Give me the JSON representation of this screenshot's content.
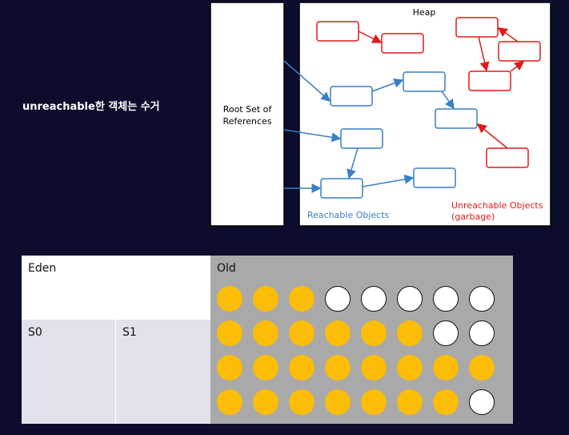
{
  "caption": "unreachable한 객체는 수거",
  "heap": {
    "title": "Heap",
    "root_label_line1": "Root Set of",
    "root_label_line2": "References",
    "reachable_label": "Reachable Objects",
    "unreachable_label_line1": "Unreachable Objects",
    "unreachable_label_line2": "(garbage)",
    "colors": {
      "reachable": "#3a7ec6",
      "unreachable": "#e01a1a"
    }
  },
  "memory": {
    "eden_label": "Eden",
    "s0_label": "S0",
    "s1_label": "S1",
    "old_label": "Old",
    "colors": {
      "occupied": "#fbbd08",
      "free": "#ffffff",
      "old_bg": "#a9a9a9"
    },
    "old_grid": [
      [
        1,
        1,
        1,
        0,
        0,
        0,
        0,
        0
      ],
      [
        1,
        1,
        1,
        1,
        1,
        1,
        0,
        0
      ],
      [
        1,
        1,
        1,
        1,
        1,
        1,
        1,
        1
      ],
      [
        1,
        1,
        1,
        1,
        1,
        1,
        1,
        0
      ]
    ]
  }
}
